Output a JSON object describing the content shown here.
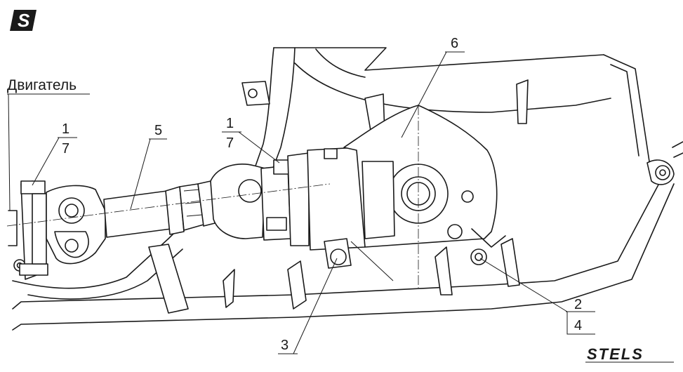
{
  "engine_label": "Двигатель",
  "callouts": [
    {
      "id": "c1a",
      "top": "1",
      "bottom": "7"
    },
    {
      "id": "c5",
      "top": "5"
    },
    {
      "id": "c1b",
      "top": "1",
      "bottom": "7"
    },
    {
      "id": "c6",
      "top": "6"
    },
    {
      "id": "c2",
      "top": "2",
      "bottom": "4"
    },
    {
      "id": "c3",
      "top": "3"
    }
  ],
  "brand": {
    "logo_letter": "S",
    "wordmark": "STELS"
  }
}
